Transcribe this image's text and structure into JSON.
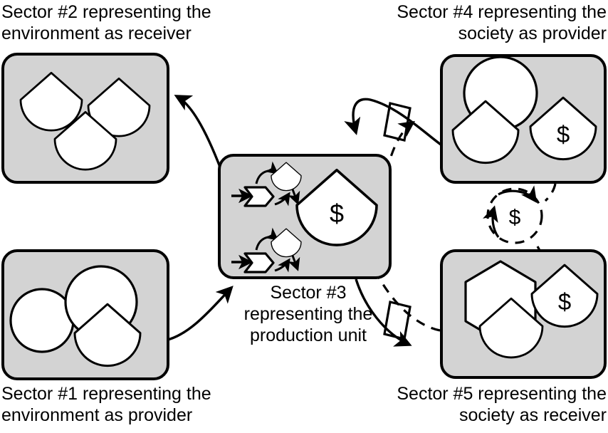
{
  "diagram": {
    "title": "Five-sector material and monetary flow diagram",
    "colors": {
      "sector_fill": "#d3d3d3",
      "shape_fill": "#ffffff",
      "stroke": "#000000",
      "background": "#ffffff"
    },
    "labels": {
      "sector1": "Sector #1 representing the\nenvironment as provider",
      "sector2": "Sector #2 representing the\nenvironment as receiver",
      "sector3": "Sector #3\nrepresenting the\nproduction unit",
      "sector4": "Sector #4 representing the\nsociety as provider",
      "sector5": "Sector #5 representing the\nsociety as receiver"
    },
    "money_symbol": "$",
    "sectors": [
      {
        "id": "sector1",
        "label": "Sector #1 representing the environment as provider",
        "role": "environment as provider",
        "shapes": [
          "circle",
          "circle",
          "shield"
        ],
        "money_shapes": 0
      },
      {
        "id": "sector2",
        "label": "Sector #2 representing the environment as receiver",
        "role": "environment as receiver",
        "shapes": [
          "shield",
          "shield",
          "shield"
        ],
        "money_shapes": 0
      },
      {
        "id": "sector3",
        "label": "Sector #3 representing the production unit",
        "role": "production unit",
        "shapes": [
          "process",
          "process",
          "shield-money"
        ],
        "money_shapes": 1
      },
      {
        "id": "sector4",
        "label": "Sector #4 representing the society as provider",
        "role": "society as provider",
        "shapes": [
          "circle",
          "shield",
          "shield-money"
        ],
        "money_shapes": 1
      },
      {
        "id": "sector5",
        "label": "Sector #5 representing the society as receiver",
        "role": "society as receiver",
        "shapes": [
          "hexagon",
          "shield",
          "shield-money"
        ],
        "money_shapes": 1
      }
    ],
    "flows": [
      {
        "from": "sector1",
        "to": "sector3",
        "style": "solid",
        "kind": "material"
      },
      {
        "from": "sector3",
        "to": "sector2",
        "style": "solid",
        "kind": "material"
      },
      {
        "from": "sector4",
        "to": "sector3",
        "style": "solid",
        "kind": "material"
      },
      {
        "from": "sector3",
        "to": "sector5",
        "style": "solid",
        "kind": "material"
      },
      {
        "from": "sector3",
        "to": "sector4",
        "style": "dashed",
        "kind": "monetary"
      },
      {
        "from": "sector5",
        "to": "sector3",
        "style": "dashed",
        "kind": "monetary"
      },
      {
        "from": "sector4",
        "to": "sector5",
        "style": "dashed",
        "kind": "monetary"
      }
    ],
    "markers": [
      {
        "id": "transaction-upper",
        "shape": "parallelogram"
      },
      {
        "id": "transaction-lower",
        "shape": "parallelogram"
      }
    ],
    "money_cycle": {
      "id": "money-circle",
      "symbol": "$",
      "style": "dashed"
    }
  }
}
